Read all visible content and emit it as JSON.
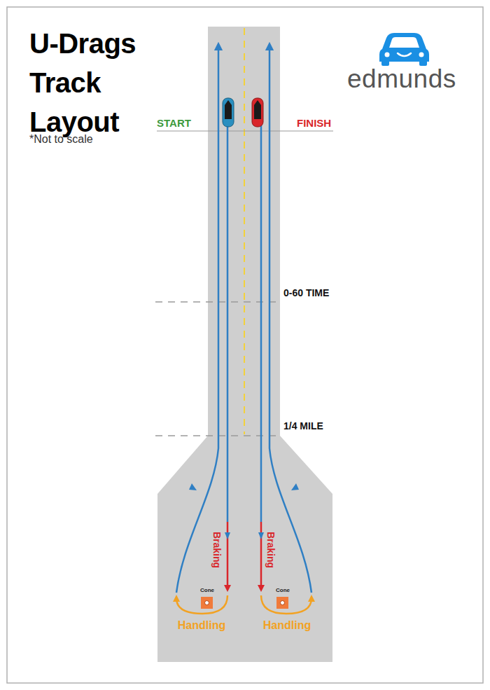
{
  "diagram": {
    "title": "U-Drags Track Layout",
    "labels": [
      "*Not to scale",
      "edmunds",
      "START",
      "FINISH",
      "0-60 TIME",
      "1/4 MILE",
      "Braking",
      "Braking",
      "Cone",
      "Cone",
      "Handling",
      "Handling"
    ]
  }
}
